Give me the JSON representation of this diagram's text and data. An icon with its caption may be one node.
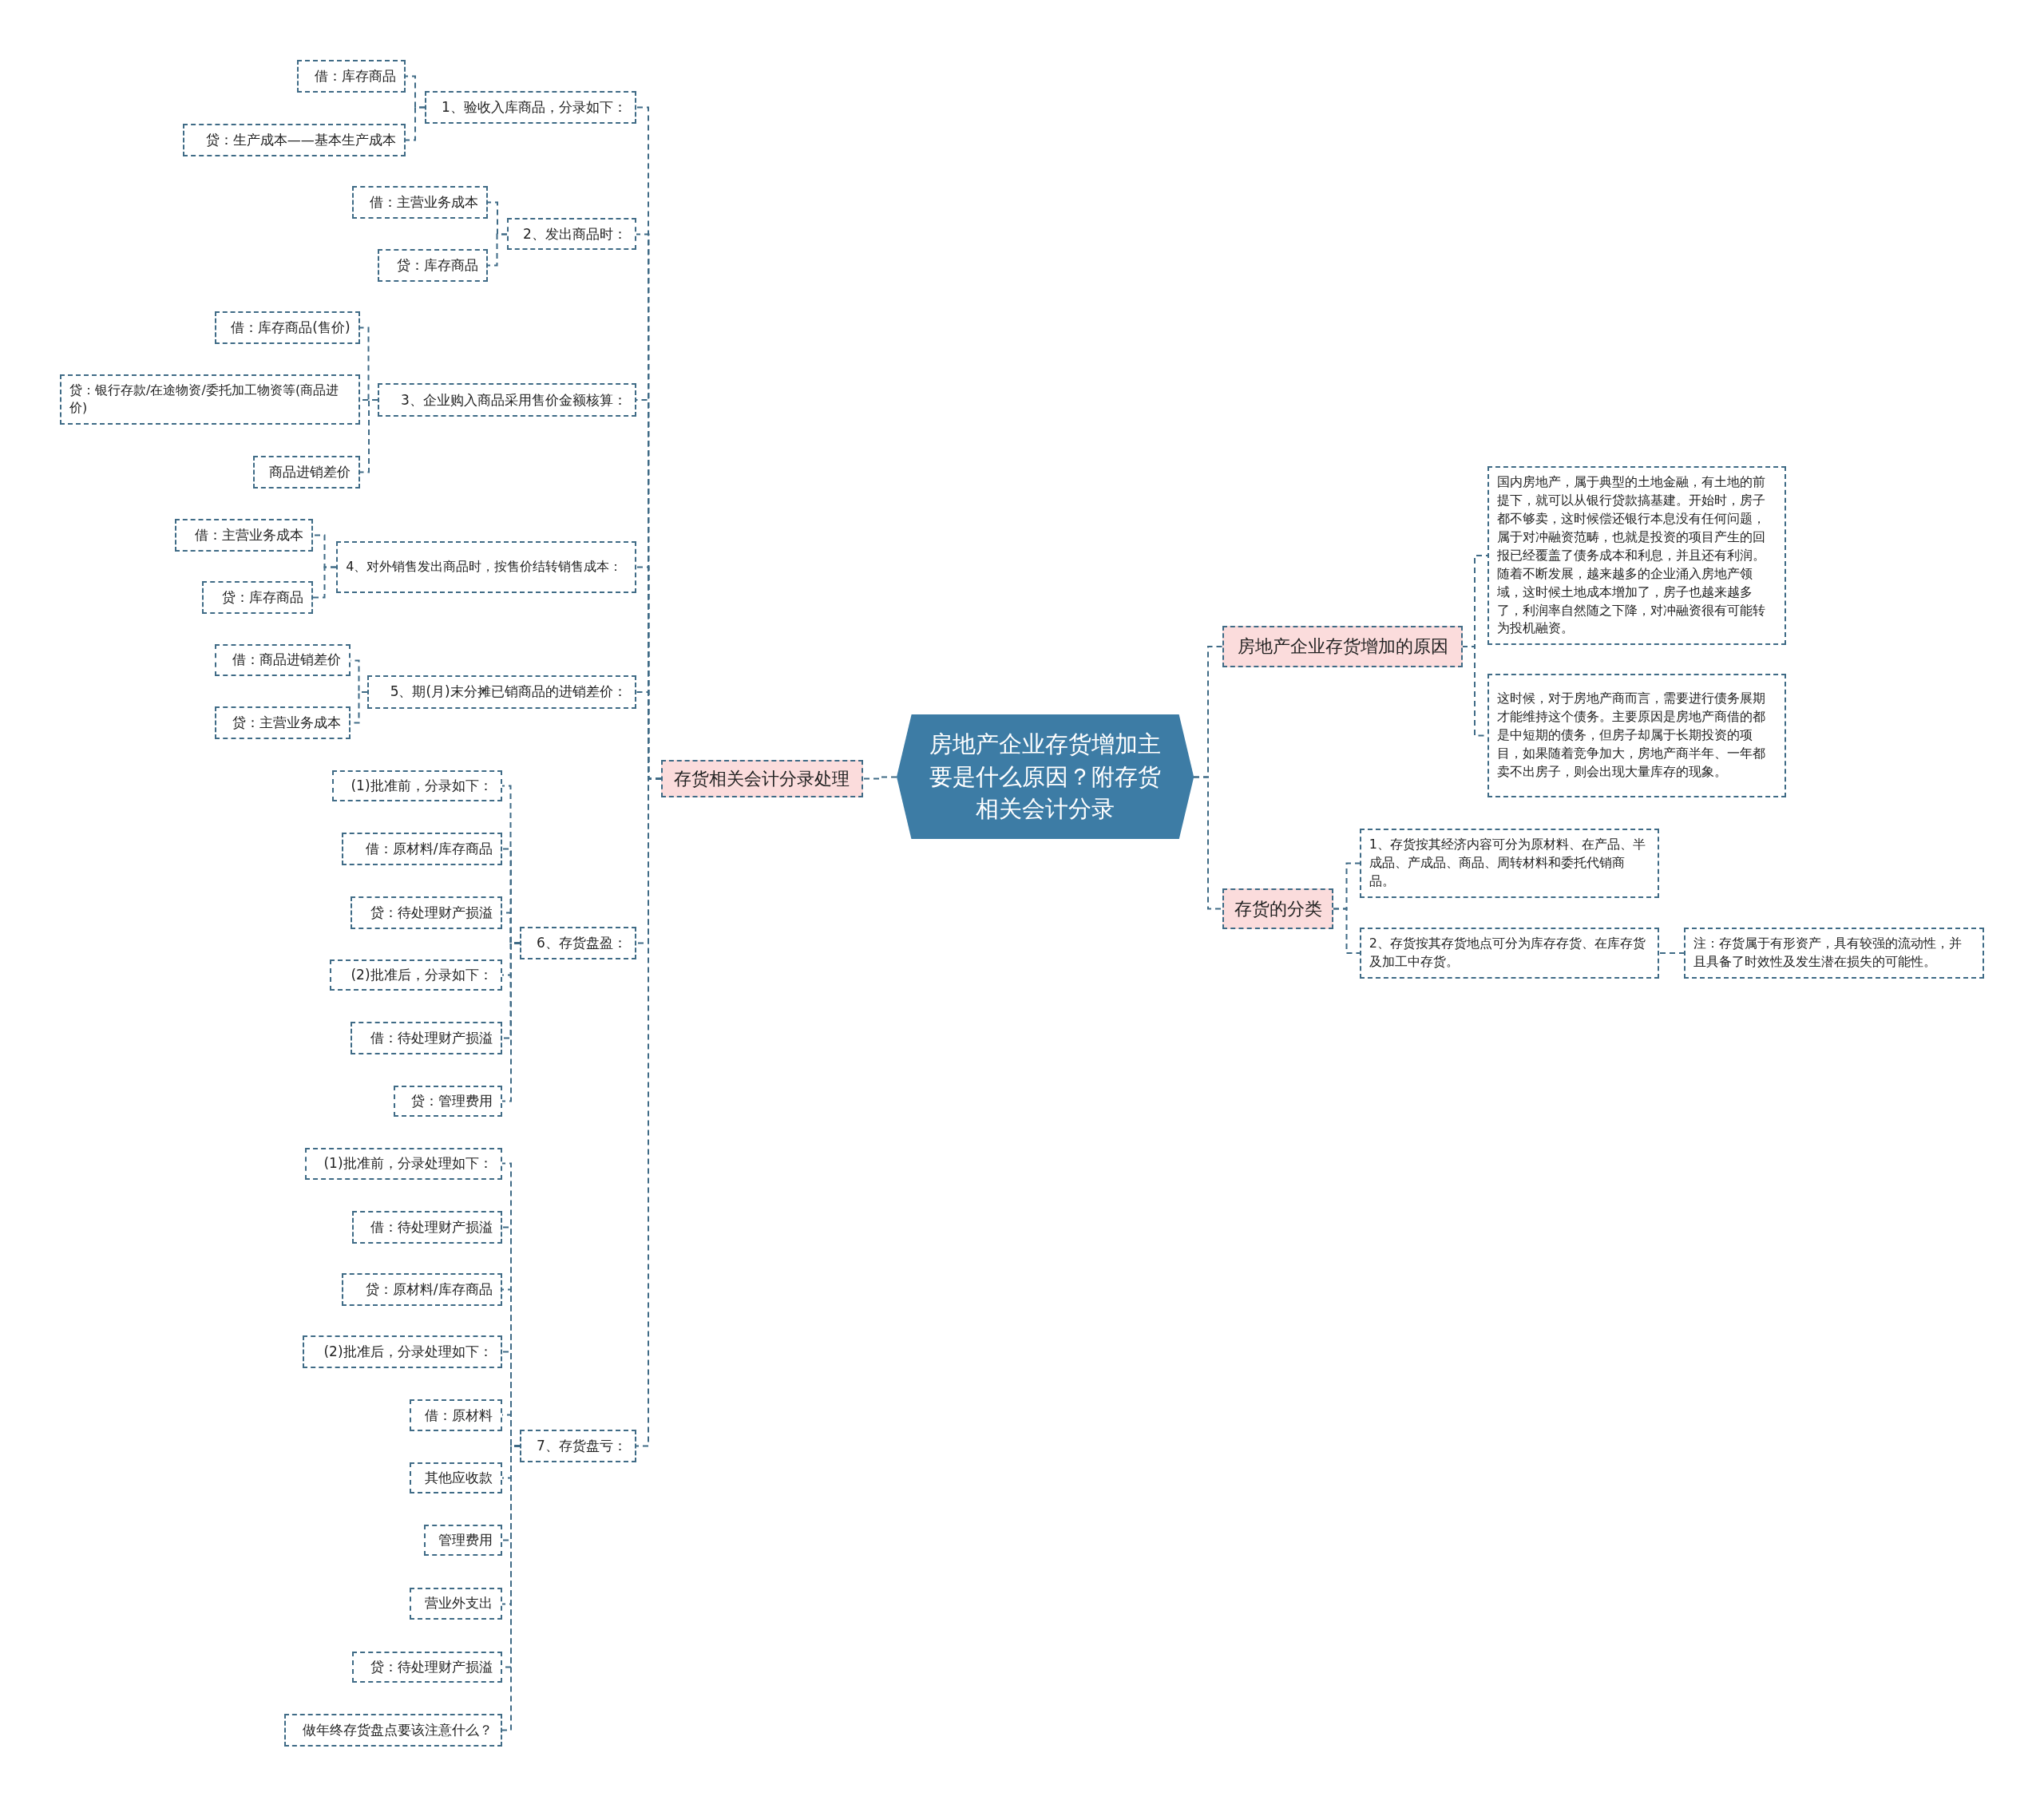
{
  "diagram": {
    "nodes": [
      {
        "text": [
          "房地产企业存货增加主要是什么原因？附存货相关会计分录"
        ]
      },
      {
        "text": [
          "存货相关会计分录处理"
        ]
      },
      {
        "text": [
          "房地产企业存货增加的原因"
        ]
      },
      {
        "text": [
          "存货的分类"
        ]
      },
      {
        "text": [
          "1、验收入库商品，分录如下："
        ]
      },
      {
        "text": [
          "借：库存商品"
        ]
      },
      {
        "text": [
          "贷：生产成本——基本生产成本"
        ]
      },
      {
        "text": [
          "2、发出商品时："
        ]
      },
      {
        "text": [
          "借：主营业务成本"
        ]
      },
      {
        "text": [
          "贷：库存商品"
        ]
      },
      {
        "text": [
          "3、企业购入商品采用售价金额核算："
        ]
      },
      {
        "text": [
          "借：库存商品(售价)"
        ]
      },
      {
        "text": [
          "贷：银行存款/在途物资/委托加工物资等(商品进价)"
        ]
      },
      {
        "text": [
          "商品进销差价"
        ]
      },
      {
        "text": [
          "4、对外销售发出商品时，按售价结转销售成本："
        ]
      },
      {
        "text": [
          "借：主营业务成本"
        ]
      },
      {
        "text": [
          "贷：库存商品"
        ]
      },
      {
        "text": [
          "5、期(月)末分摊已销商品的进销差价："
        ]
      },
      {
        "text": [
          "借：商品进销差价"
        ]
      },
      {
        "text": [
          "贷：主营业务成本"
        ]
      },
      {
        "text": [
          "6、存货盘盈："
        ]
      },
      {
        "text": [
          "(1)批准前，分录如下："
        ]
      },
      {
        "text": [
          "借：原材料/库存商品"
        ]
      },
      {
        "text": [
          "贷：待处理财产损溢"
        ]
      },
      {
        "text": [
          "(2)批准后，分录如下："
        ]
      },
      {
        "text": [
          "借：待处理财产损溢"
        ]
      },
      {
        "text": [
          "贷：管理费用"
        ]
      },
      {
        "text": [
          "7、存货盘亏："
        ]
      },
      {
        "text": [
          "(1)批准前，分录处理如下："
        ]
      },
      {
        "text": [
          "借：待处理财产损溢"
        ]
      },
      {
        "text": [
          "贷：原材料/库存商品"
        ]
      },
      {
        "text": [
          "(2)批准后，分录处理如下："
        ]
      },
      {
        "text": [
          "借：原材料"
        ]
      },
      {
        "text": [
          "其他应收款"
        ]
      },
      {
        "text": [
          "管理费用"
        ]
      },
      {
        "text": [
          "营业外支出"
        ]
      },
      {
        "text": [
          "贷：待处理财产损溢"
        ]
      },
      {
        "text": [
          "做年终存货盘点要该注意什么？"
        ]
      },
      {
        "text": [
          "国内房地产，属于典型的土地金融，有土地的前提下，就可以从银行贷款搞基建。开始时，房子都不够卖，这时候偿还银行本息没有任何问题，属于对冲融资范畴，也就是投资的项目产生的回报已经覆盖了债务成本和利息，并且还有利润。随着不断发展，越来越多的企业涌入房地产领域，这时候土地成本增加了，房子也越来越多了，利润率自然随之下降，对冲融资很有可能转为投机融资。"
        ]
      },
      {
        "text": [
          "这时候，对于房地产商而言，需要进行债务展期才能维持这个债务。主要原因是房地产商借的都是中短期的债务，但房子却属于长期投资的项目，如果随着竞争加大，房地产商半年、一年都卖不出房子，则会出现大量库存的现象。"
        ]
      },
      {
        "text": [
          "1、存货按其经济内容可分为原材料、在产品、半成品、产成品、商品、周转材料和委托代销商品。"
        ]
      },
      {
        "text": [
          "2、存货按其存货地点可分为库存存货、在库存货及加工中存货。"
        ]
      },
      {
        "text": [
          "注：存货属于有形资产，具有较强的流动性，并且具备了时效性及发生潜在损失的可能性。"
        ]
      }
    ],
    "edges": [
      {
        "from": 0,
        "to": 1,
        "arrow": "none"
      },
      {
        "from": 0,
        "to": 2,
        "arrow": "none"
      },
      {
        "from": 0,
        "to": 3,
        "arrow": "none"
      },
      {
        "from": 1,
        "to": 4,
        "arrow": "none"
      },
      {
        "from": 1,
        "to": 7,
        "arrow": "none"
      },
      {
        "from": 1,
        "to": 10,
        "arrow": "none"
      },
      {
        "from": 1,
        "to": 14,
        "arrow": "none"
      },
      {
        "from": 1,
        "to": 17,
        "arrow": "none"
      },
      {
        "from": 1,
        "to": 20,
        "arrow": "none"
      },
      {
        "from": 1,
        "to": 27,
        "arrow": "none"
      },
      {
        "from": 4,
        "to": 5,
        "arrow": "none"
      },
      {
        "from": 4,
        "to": 6,
        "arrow": "none"
      },
      {
        "from": 7,
        "to": 8,
        "arrow": "none"
      },
      {
        "from": 7,
        "to": 9,
        "arrow": "none"
      },
      {
        "from": 10,
        "to": 11,
        "arrow": "none"
      },
      {
        "from": 10,
        "to": 12,
        "arrow": "none"
      },
      {
        "from": 10,
        "to": 13,
        "arrow": "none"
      },
      {
        "from": 14,
        "to": 15,
        "arrow": "none"
      },
      {
        "from": 14,
        "to": 16,
        "arrow": "none"
      },
      {
        "from": 17,
        "to": 18,
        "arrow": "none"
      },
      {
        "from": 17,
        "to": 19,
        "arrow": "none"
      },
      {
        "from": 20,
        "to": 21,
        "arrow": "none"
      },
      {
        "from": 20,
        "to": 22,
        "arrow": "none"
      },
      {
        "from": 20,
        "to": 23,
        "arrow": "none"
      },
      {
        "from": 20,
        "to": 24,
        "arrow": "none"
      },
      {
        "from": 20,
        "to": 25,
        "arrow": "none"
      },
      {
        "from": 20,
        "to": 26,
        "arrow": "none"
      },
      {
        "from": 27,
        "to": 28,
        "arrow": "none"
      },
      {
        "from": 27,
        "to": 29,
        "arrow": "none"
      },
      {
        "from": 27,
        "to": 30,
        "arrow": "none"
      },
      {
        "from": 27,
        "to": 31,
        "arrow": "none"
      },
      {
        "from": 27,
        "to": 32,
        "arrow": "none"
      },
      {
        "from": 27,
        "to": 33,
        "arrow": "none"
      },
      {
        "from": 27,
        "to": 34,
        "arrow": "none"
      },
      {
        "from": 27,
        "to": 35,
        "arrow": "none"
      },
      {
        "from": 27,
        "to": 36,
        "arrow": "none"
      },
      {
        "from": 27,
        "to": 37,
        "arrow": "none"
      },
      {
        "from": 2,
        "to": 38,
        "arrow": "none"
      },
      {
        "from": 2,
        "to": 39,
        "arrow": "none"
      },
      {
        "from": 3,
        "to": 40,
        "arrow": "none"
      },
      {
        "from": 3,
        "to": 41,
        "arrow": "none"
      },
      {
        "from": 41,
        "to": 42,
        "arrow": "none"
      }
    ]
  }
}
